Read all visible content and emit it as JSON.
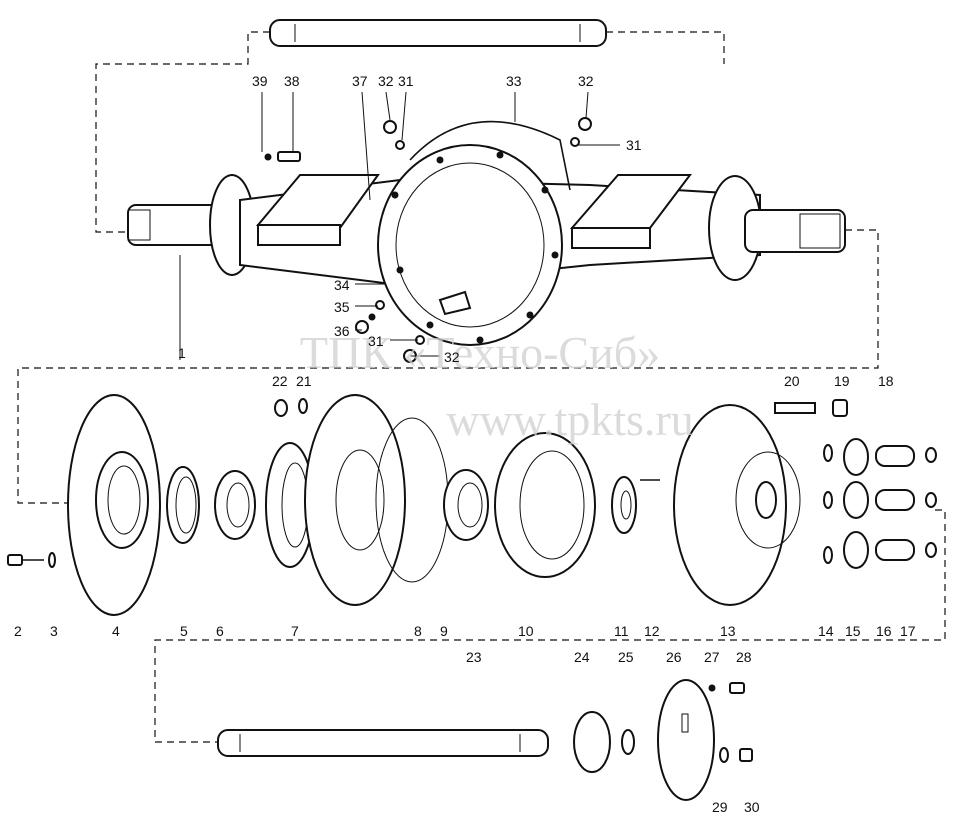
{
  "figure": {
    "callouts": [
      "1",
      "2",
      "3",
      "4",
      "5",
      "6",
      "7",
      "8",
      "9",
      "10",
      "11",
      "12",
      "13",
      "14",
      "15",
      "16",
      "17",
      "18",
      "19",
      "20",
      "21",
      "22",
      "23",
      "24",
      "25",
      "26",
      "27",
      "28",
      "29",
      "30",
      "31",
      "32",
      "33",
      "34",
      "35",
      "36",
      "37",
      "38",
      "39"
    ]
  },
  "watermark": {
    "line1": "ТПК «Техно-Сиб»",
    "line2": "www.tpkts.ru"
  }
}
